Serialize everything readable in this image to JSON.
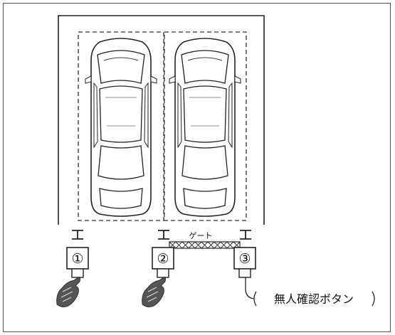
{
  "diagram": {
    "gate_label": "ゲート",
    "station_numbers": [
      "①",
      "②",
      "③"
    ],
    "unmanned_button_label": "無人確認ボタン"
  }
}
